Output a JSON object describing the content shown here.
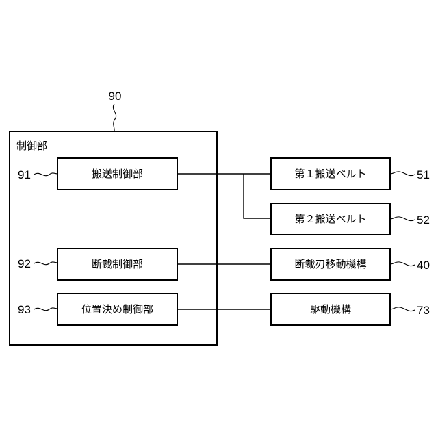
{
  "control_unit": {
    "ref": "90",
    "label": "制御部",
    "blocks": [
      {
        "ref": "91",
        "label": "搬送制御部"
      },
      {
        "ref": "92",
        "label": "断裁制御部"
      },
      {
        "ref": "93",
        "label": "位置決め制御部"
      }
    ]
  },
  "devices": [
    {
      "ref": "51",
      "label": "第１搬送ベルト"
    },
    {
      "ref": "52",
      "label": "第２搬送ベルト"
    },
    {
      "ref": "40",
      "label": "断裁刃移動機構"
    },
    {
      "ref": "73",
      "label": "駆動機構"
    }
  ]
}
